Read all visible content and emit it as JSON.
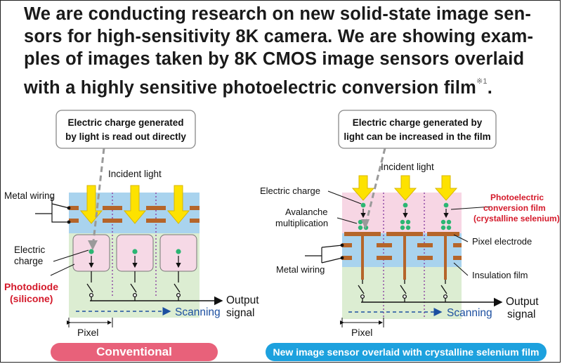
{
  "intro": {
    "lines": [
      "We are conducting research on new solid-state image sen-",
      "sors for high-sensitivity 8K camera. We are showing exam-",
      "ples of images taken by 8K CMOS image sensors overlaid",
      "with a highly sensitive photoelectric conversion film"
    ],
    "footnote_mark": "※1",
    "end_punct": "."
  },
  "left": {
    "callout_line1": "Electric charge generated",
    "callout_line2": "by light is read out directly",
    "incident_light": "Incident light",
    "metal_wiring": "Metal wiring",
    "electric_charge_line1": "Electric",
    "electric_charge_line2": "charge",
    "photodiode_line1": "Photodiode",
    "photodiode_line2": "(silicone)",
    "output_line1": "Output",
    "output_line2": "signal",
    "scanning": "Scanning",
    "pixel": "Pixel",
    "badge": "Conventional"
  },
  "right": {
    "callout_line1": "Electric charge generated by",
    "callout_line2": "light can be increased in the film",
    "incident_light": "Incident light",
    "electric_charge": "Electric charge",
    "avalanche_line1": "Avalanche",
    "avalanche_line2": "multiplication",
    "film_line1": "Photoelectric",
    "film_line2": "conversion film",
    "film_line3": "(crystalline selenium)",
    "pixel_electrode": "Pixel electrode",
    "metal_wiring": "Metal wiring",
    "insulation_film": "Insulation film",
    "output_line1": "Output",
    "output_line2": "signal",
    "scanning": "Scanning",
    "pixel": "Pixel",
    "badge": "New image sensor overlaid with crystalline selenium film"
  },
  "colors": {
    "wiring_layer": "#a9d3ee",
    "substrate": "#dcedd2",
    "photodiode": "#f6d9e6",
    "selenium_film": "#f7d6e4",
    "wire": "#b5652a",
    "light_arrow": "#fde200",
    "charge_dot": "#2bb673",
    "accent_red": "#d4192a",
    "scan_blue": "#1c4fa0"
  },
  "icons": [
    "incident-light-arrow-icon",
    "charge-dot-icon",
    "switch-icon",
    "scan-arrow-icon"
  ]
}
